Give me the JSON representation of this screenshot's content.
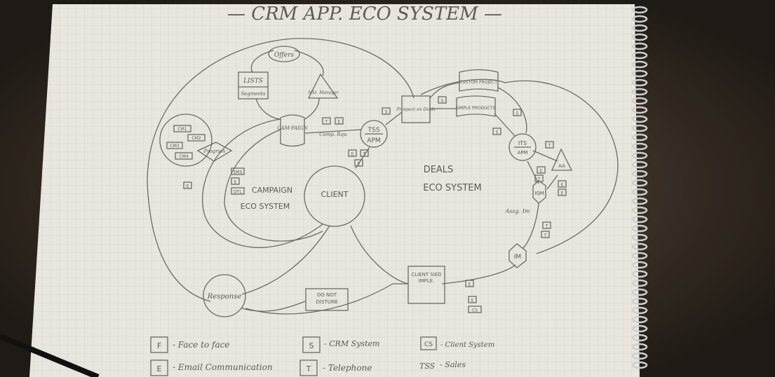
{
  "title": "— CRM APP. ECO SYSTEM —",
  "nodes": {
    "offers": "Offers",
    "lists": "LISTS",
    "segments": "Segments",
    "mkt_manager": "Mkt. Manager",
    "campaign": "CAM-PAIGN",
    "tss": "TSS",
    "apm": "APM",
    "prospect": "Prospect on Deals",
    "custom_project": "CUSTOM PROJECT",
    "simple_products": "SIMPLE PRODUCTS",
    "its": "ITS",
    "its_apm": "APM",
    "aa": "AA",
    "iqm": "IQM",
    "im": "IM",
    "client_side": "CLIENT SIED IMPLE.",
    "client": "CLIENT",
    "response": "Response",
    "dnd": "DO NOT DISTURB",
    "program": "Program",
    "cm": [
      "CM1",
      "CM2",
      "CM3",
      "CM4"
    ]
  },
  "regions": {
    "campaign_eco_1": "CAMPAIGN",
    "campaign_eco_2": "ECO SYSTEM",
    "deals_eco_1": "DEALS",
    "deals_eco_2": "ECO SYSTEM"
  },
  "edge_labels": {
    "comp_req": "Comp. Rqu",
    "assg_im": "Assg. Im"
  },
  "tags": [
    "T",
    "E",
    "S",
    "S",
    "S",
    "S",
    "E",
    "T",
    "E",
    "SMS",
    "E",
    "DTL",
    "E",
    "T",
    "E",
    "T",
    "E",
    "E",
    "T",
    "T",
    "E",
    "E",
    "CS"
  ],
  "legend": [
    {
      "code": "F",
      "desc": "- Face to face"
    },
    {
      "code": "S",
      "desc": "- CRM System"
    },
    {
      "code": "CS",
      "desc": "- Client System"
    },
    {
      "code": "E",
      "desc": "- Email Communication"
    },
    {
      "code": "T",
      "desc": "- Telephone"
    },
    {
      "code": "TSS",
      "desc": "- Sales"
    }
  ]
}
